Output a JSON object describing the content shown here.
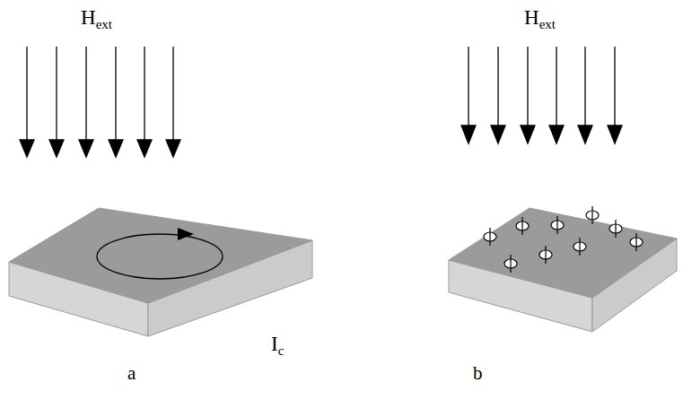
{
  "diagram": {
    "labels": [
      "Hext",
      "Hext",
      "Ic",
      "a",
      "b"
    ]
  }
}
